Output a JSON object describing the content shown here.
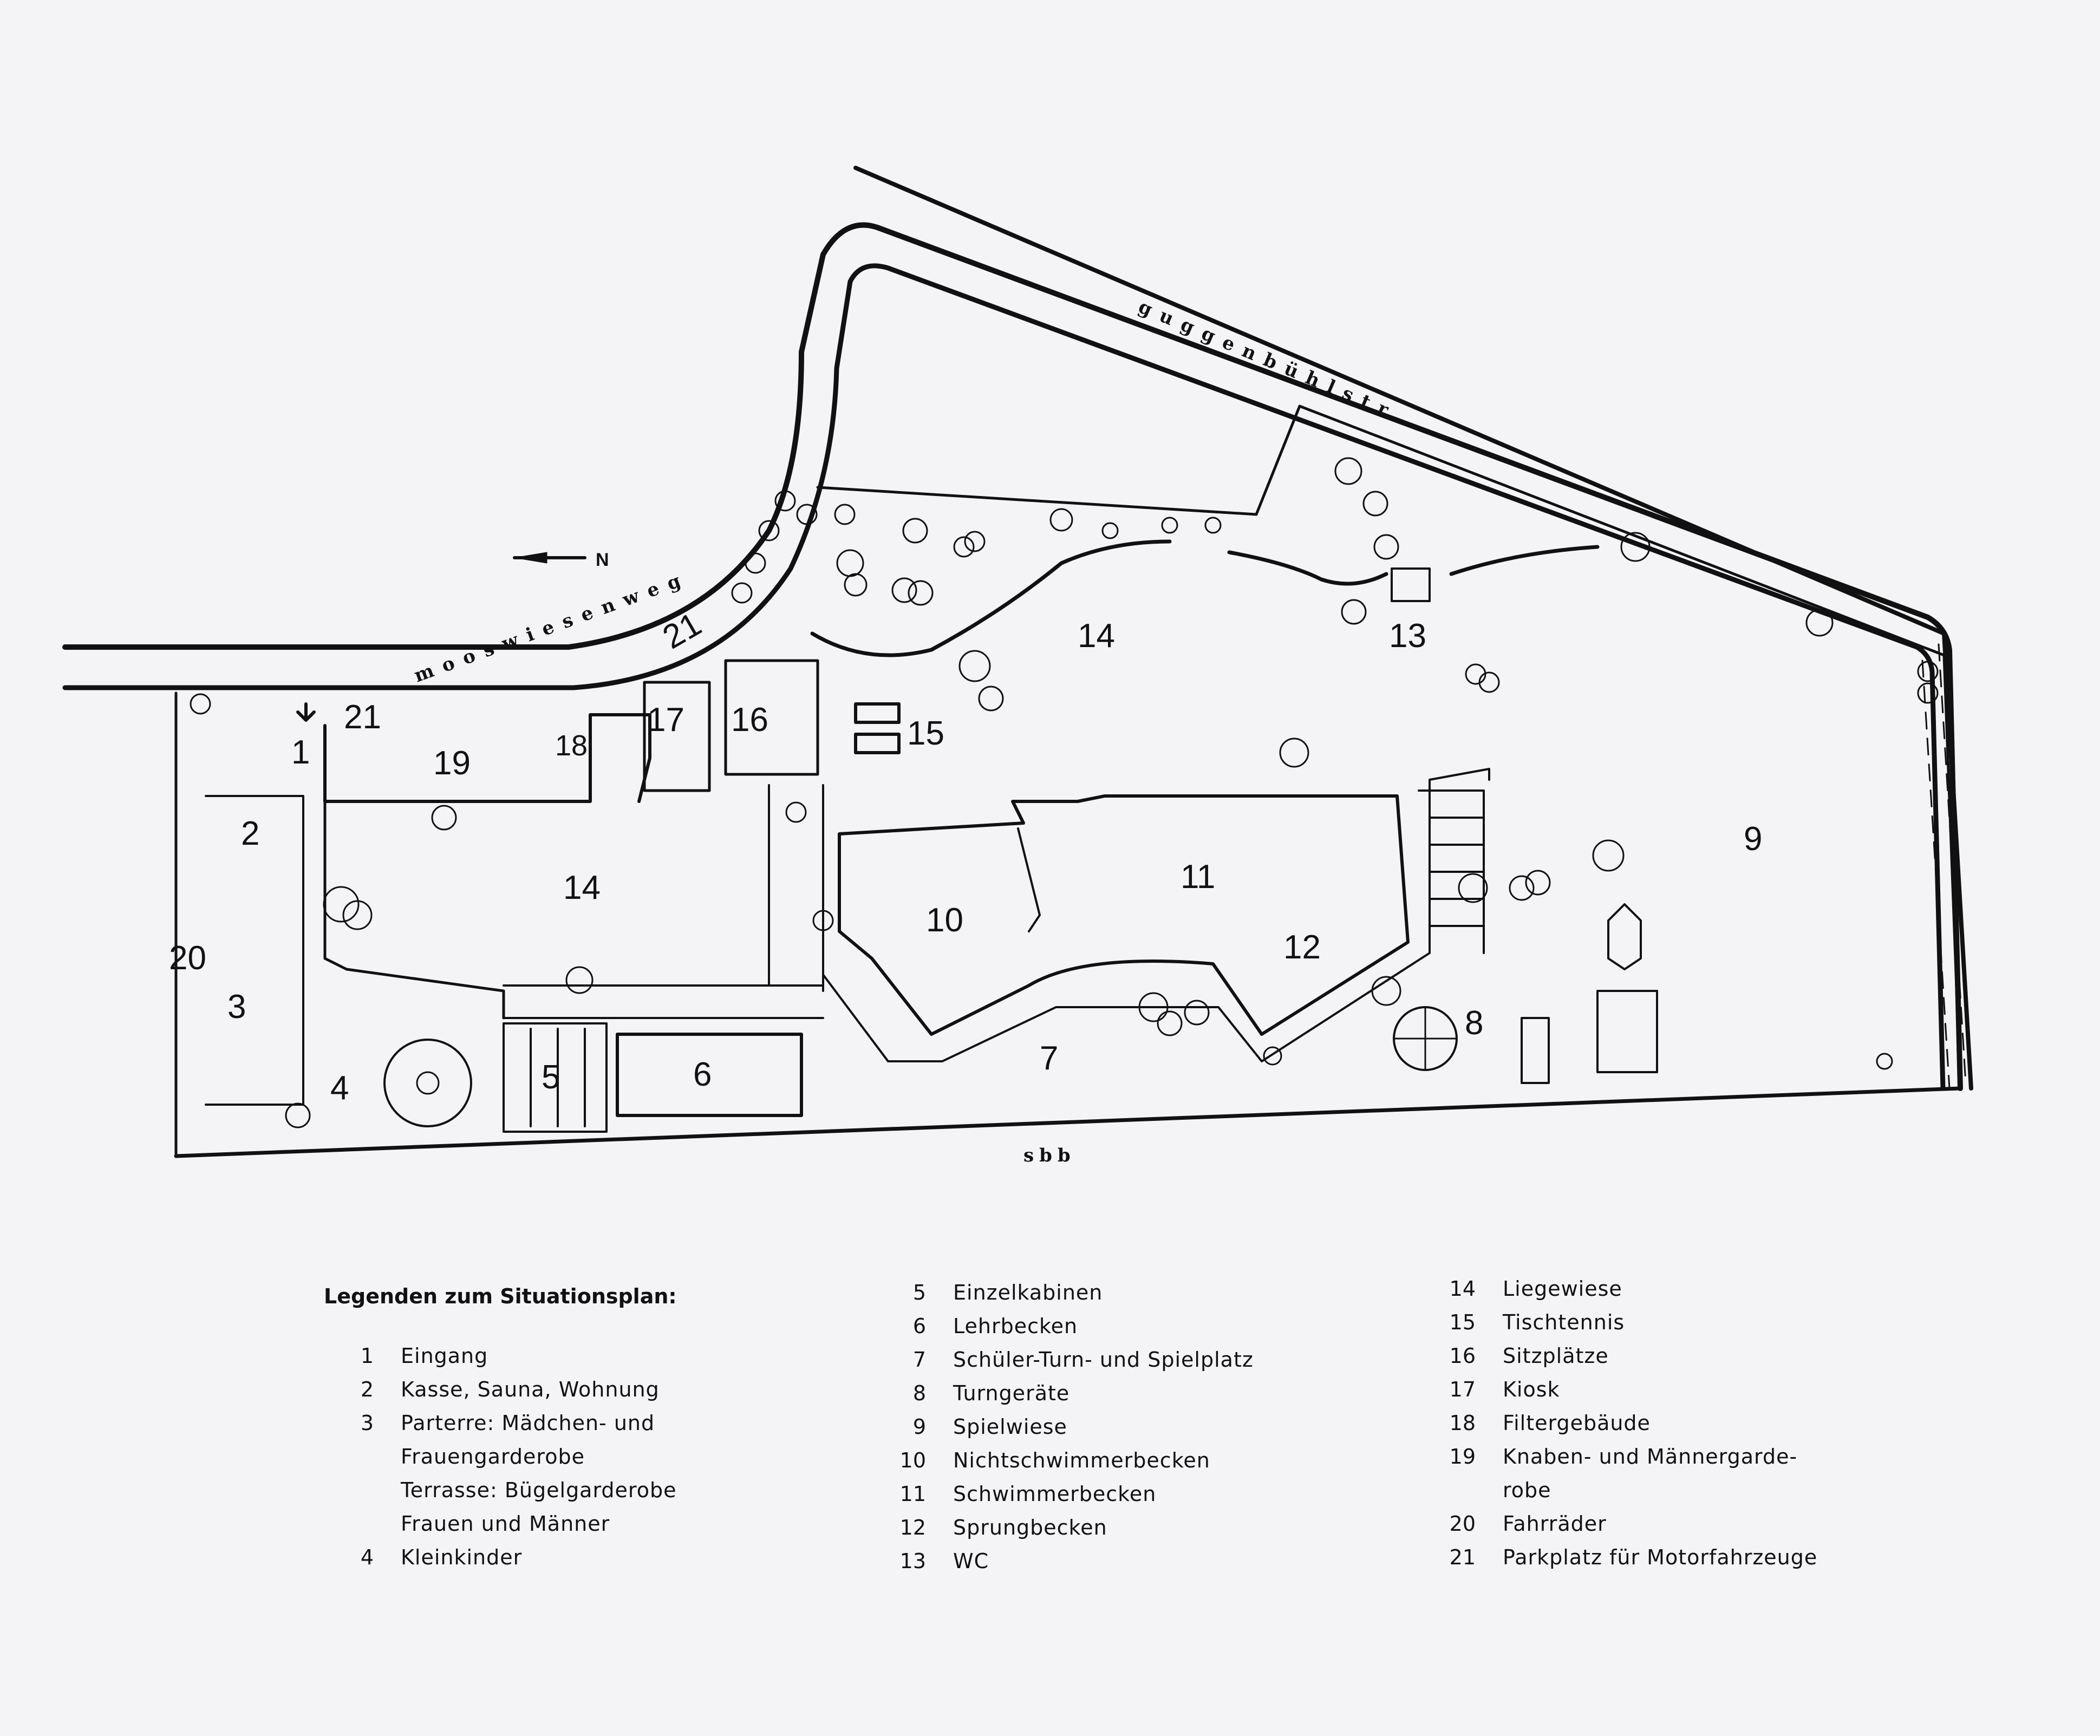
{
  "map": {
    "streets": {
      "north_road": "guggenbühlstr.",
      "west_road": "mooswiesenweg",
      "rail": "sbb"
    },
    "north_label": "N",
    "zone_labels": [
      "1",
      "2",
      "3",
      "4",
      "5",
      "6",
      "7",
      "8",
      "9",
      "10",
      "11",
      "12",
      "13",
      "14",
      "14",
      "15",
      "16",
      "17",
      "18",
      "19",
      "20",
      "21",
      "21"
    ]
  },
  "legend": {
    "title": "Legenden zum Situationsplan:",
    "col1": [
      {
        "num": "1",
        "text": "Eingang"
      },
      {
        "num": "2",
        "text": "Kasse, Sauna, Wohnung"
      },
      {
        "num": "3",
        "text": "Parterre: Mädchen- und"
      },
      {
        "num": "",
        "text": "Frauengarderobe"
      },
      {
        "num": "",
        "text": "Terrasse: Bügelgarderobe"
      },
      {
        "num": "",
        "text": "Frauen und Männer"
      },
      {
        "num": "4",
        "text": "Kleinkinder"
      }
    ],
    "col2": [
      {
        "num": "5",
        "text": "Einzelkabinen"
      },
      {
        "num": "6",
        "text": "Lehrbecken"
      },
      {
        "num": "7",
        "text": "Schüler-Turn- und Spielplatz"
      },
      {
        "num": "8",
        "text": "Turngeräte"
      },
      {
        "num": "9",
        "text": "Spielwiese"
      },
      {
        "num": "10",
        "text": "Nichtschwimmerbecken"
      },
      {
        "num": "11",
        "text": "Schwimmerbecken"
      },
      {
        "num": "12",
        "text": "Sprungbecken"
      },
      {
        "num": "13",
        "text": "WC"
      }
    ],
    "col3": [
      {
        "num": "14",
        "text": "Liegewiese"
      },
      {
        "num": "15",
        "text": "Tischtennis"
      },
      {
        "num": "16",
        "text": "Sitzplätze"
      },
      {
        "num": "17",
        "text": "Kiosk"
      },
      {
        "num": "18",
        "text": "Filtergebäude"
      },
      {
        "num": "19",
        "text": "Knaben- und Männergarde-"
      },
      {
        "num": "",
        "text": "robe"
      },
      {
        "num": "20",
        "text": "Fahrräder"
      },
      {
        "num": "21",
        "text": "Parkplatz für Motorfahrzeuge"
      }
    ]
  }
}
